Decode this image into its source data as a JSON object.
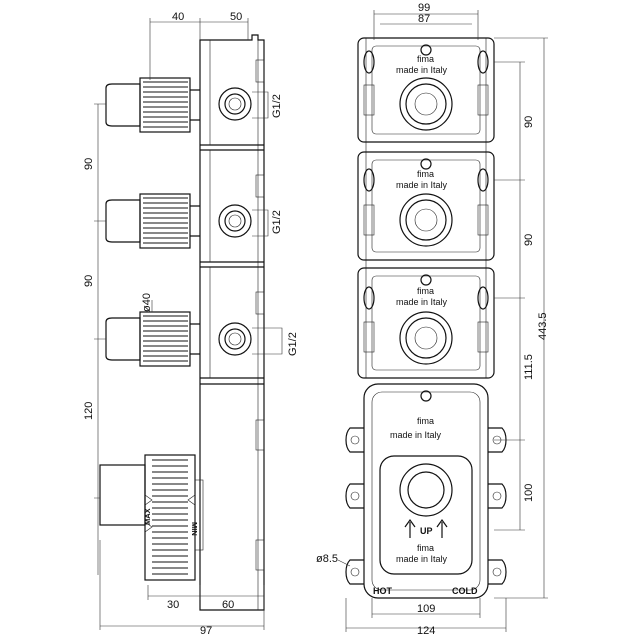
{
  "side_view": {
    "dims_top": [
      "40",
      "50"
    ],
    "dims_bottom": [
      "30",
      "60",
      "97"
    ],
    "dims_left": [
      "90",
      "90",
      "120"
    ],
    "thread_labels": [
      "G1/2",
      "G1/2",
      "G1/2"
    ],
    "diameter_label": "ø40",
    "handle_markers": [
      "MAX",
      "MIN"
    ]
  },
  "front_view": {
    "dims_top": [
      "99",
      "87"
    ],
    "dims_bottom": [
      "109",
      "124"
    ],
    "dims_right": [
      "90",
      "90",
      "111.5",
      "100"
    ],
    "overall_height": "443.5",
    "hole_label": "ø8.5",
    "brand": "fima",
    "made_in": "made in Italy",
    "up_label": "UP",
    "hot_label": "HOT",
    "cold_label": "COLD"
  }
}
